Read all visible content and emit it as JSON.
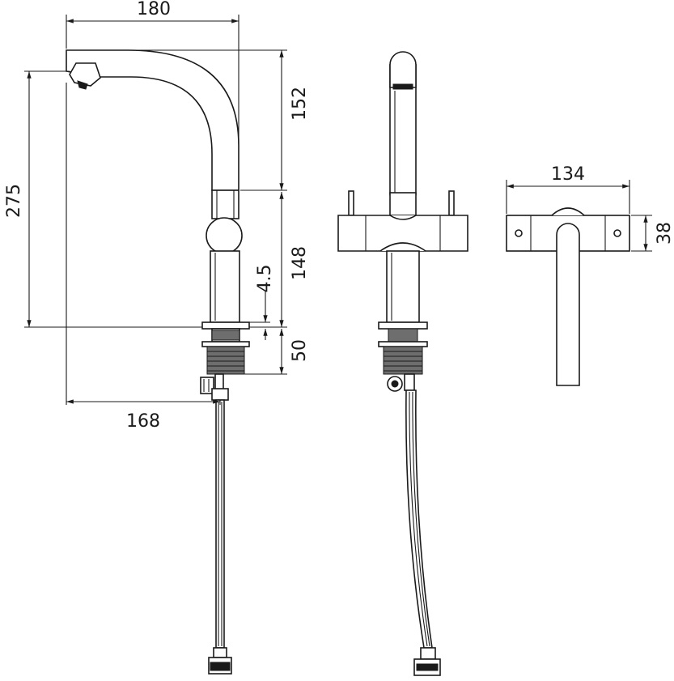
{
  "dimensions": {
    "spout_reach_top": "180",
    "spout_height": "152",
    "total_height": "275",
    "body_height": "148",
    "base_thickness": "4.5",
    "shank_length": "50",
    "base_reach": "168",
    "lever_width": "134",
    "lever_depth": "38"
  },
  "colors": {
    "line": "#1a1a1a",
    "background": "#ffffff"
  }
}
